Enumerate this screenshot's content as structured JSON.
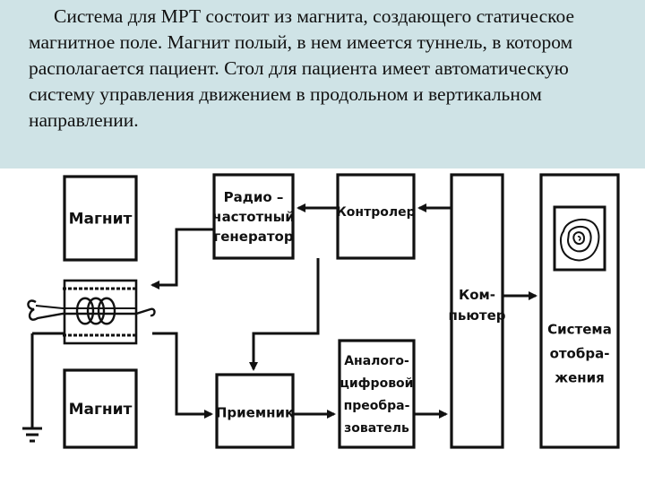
{
  "caption": "Система для МРТ состоит из магнита, создающего статическое магнитное поле. Магнит полый, в нем имеется туннель, в котором располагается пациент. Стол для пациента имеет автоматическую систему управления движением в продольном и вертикальном направлении.",
  "blocks": {
    "magnet_top": [
      "Магнит"
    ],
    "magnet_bottom": [
      "Магнит"
    ],
    "rf_generator": [
      "Радио –",
      "частотный",
      "генератор"
    ],
    "controller": [
      "Контролер"
    ],
    "receiver": [
      "Приемник"
    ],
    "adc": [
      "Аналого-",
      "цифровой",
      "преобра-",
      "зователь"
    ],
    "computer": [
      "Ком-",
      "пьютер"
    ],
    "display": [
      "Система",
      "отобра-",
      "жения"
    ]
  },
  "icons": {
    "coil": "rf-coil-icon",
    "ground": "ground-icon",
    "scan": "mri-slice-icon"
  },
  "colors": {
    "caption_bg": "#cfe3e6",
    "ink": "#111111"
  }
}
